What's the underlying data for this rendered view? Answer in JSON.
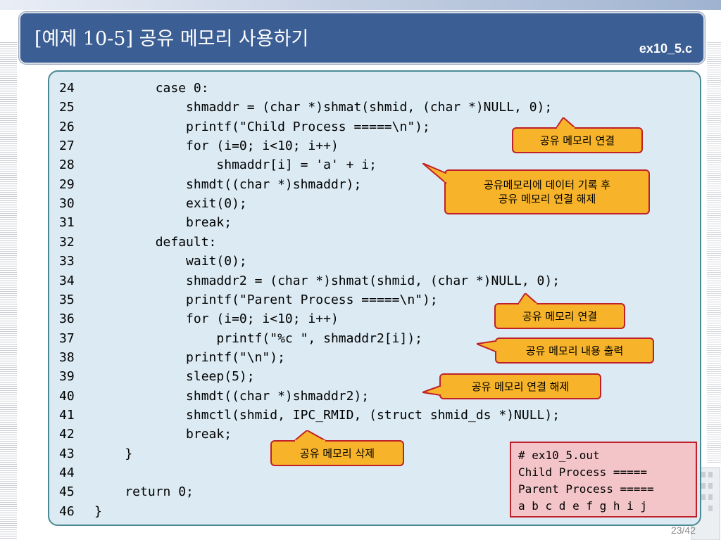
{
  "slide": {
    "title": "[예제 10-5] 공유 메모리 사용하기",
    "file_name": "ex10_5.c",
    "page_number": "23/42"
  },
  "code": [
    {
      "n": "24",
      "text": "        case 0:"
    },
    {
      "n": "25",
      "text": "            shmaddr = (char *)shmat(shmid, (char *)NULL, 0);"
    },
    {
      "n": "26",
      "text": "            printf(\"Child Process =====\\n\");"
    },
    {
      "n": "27",
      "text": "            for (i=0; i<10; i++)"
    },
    {
      "n": "28",
      "text": "                shmaddr[i] = 'a' + i;"
    },
    {
      "n": "29",
      "text": "            shmdt((char *)shmaddr);"
    },
    {
      "n": "30",
      "text": "            exit(0);"
    },
    {
      "n": "31",
      "text": "            break;"
    },
    {
      "n": "32",
      "text": "        default:"
    },
    {
      "n": "33",
      "text": "            wait(0);"
    },
    {
      "n": "34",
      "text": "            shmaddr2 = (char *)shmat(shmid, (char *)NULL, 0);"
    },
    {
      "n": "35",
      "text": "            printf(\"Parent Process =====\\n\");"
    },
    {
      "n": "36",
      "text": "            for (i=0; i<10; i++)"
    },
    {
      "n": "37",
      "text": "                printf(\"%c \", shmaddr2[i]);"
    },
    {
      "n": "38",
      "text": "            printf(\"\\n\");"
    },
    {
      "n": "39",
      "text": "            sleep(5);"
    },
    {
      "n": "40",
      "text": "            shmdt((char *)shmaddr2);"
    },
    {
      "n": "41",
      "text": "            shmctl(shmid, IPC_RMID, (struct shmid_ds *)NULL);"
    },
    {
      "n": "42",
      "text": "            break;"
    },
    {
      "n": "43",
      "text": "    }"
    },
    {
      "n": "44",
      "text": ""
    },
    {
      "n": "45",
      "text": "    return 0;"
    },
    {
      "n": "46",
      "text": "}"
    }
  ],
  "callouts": {
    "attach_child": "공유 메모리 연결",
    "write_detach_1": "공유메모리에 데이터 기록 후",
    "write_detach_2": "공유 메모리 연결 해제",
    "attach_parent": "공유 메모리 연결",
    "print_contents": "공유 메모리 내용 출력",
    "detach_parent": "공유 메모리 연결 해제",
    "remove": "공유 메모리 삭제"
  },
  "output": [
    "# ex10_5.out",
    "Child Process =====",
    "Parent Process =====",
    "a b c d e f g h i j"
  ],
  "colors": {
    "title_bar": "#3b5e94",
    "code_panel": "#dbeaf3",
    "callout_fill": "#f7b42a",
    "callout_border": "#c0202a",
    "output_fill": "#f3c5c8"
  }
}
